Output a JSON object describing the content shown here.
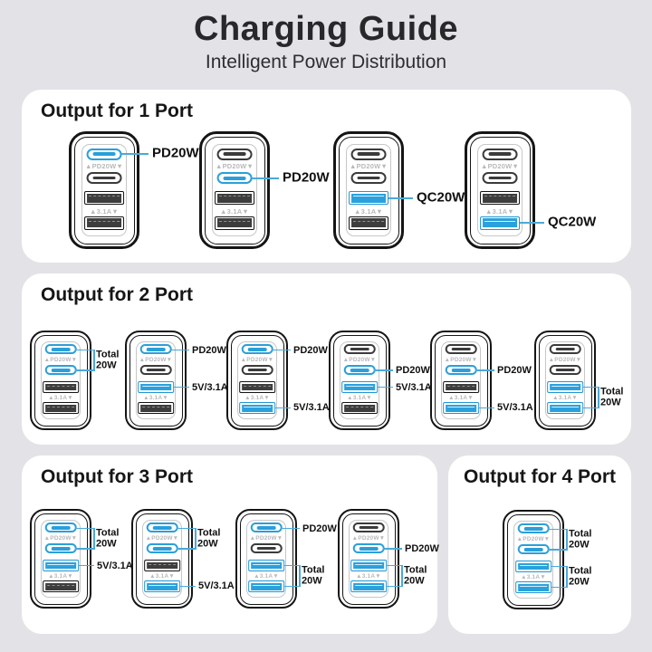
{
  "header": {
    "title": "Charging Guide",
    "subtitle": "Intelligent Power Distribution"
  },
  "port_labels": {
    "usbc_pair": "▲PD20W▼",
    "usba_pair": "▲3.1A▼"
  },
  "colors": {
    "page_bg": "#e3e3e7",
    "panel_bg": "#ffffff",
    "accent_blue": "#2b9fd9",
    "port_dark": "#3b3b3b",
    "text_dark": "#141414",
    "muted_gray": "#b9b9bc"
  },
  "sections": [
    {
      "title": "Output for 1 Port",
      "chargers": [
        {
          "active": [
            "c1"
          ],
          "callouts": [
            {
              "type": "single",
              "port": "c1",
              "label": "PD20W"
            }
          ]
        },
        {
          "active": [
            "c2"
          ],
          "callouts": [
            {
              "type": "single",
              "port": "c2",
              "label": "PD20W"
            }
          ]
        },
        {
          "active": [
            "a1"
          ],
          "callouts": [
            {
              "type": "single",
              "port": "a1",
              "label": "QC20W"
            }
          ]
        },
        {
          "active": [
            "a2"
          ],
          "callouts": [
            {
              "type": "single",
              "port": "a2",
              "label": "QC20W"
            }
          ]
        }
      ]
    },
    {
      "title": "Output for 2 Port",
      "chargers": [
        {
          "active": [
            "c1",
            "c2"
          ],
          "callouts": [
            {
              "type": "pair",
              "ports": [
                "c1",
                "c2"
              ],
              "label": "Total\n20W"
            }
          ]
        },
        {
          "active": [
            "c1",
            "a1"
          ],
          "callouts": [
            {
              "type": "single",
              "port": "c1",
              "label": "PD20W"
            },
            {
              "type": "single",
              "port": "a1",
              "label": "5V/3.1A"
            }
          ]
        },
        {
          "active": [
            "c1",
            "a2"
          ],
          "callouts": [
            {
              "type": "single",
              "port": "c1",
              "label": "PD20W"
            },
            {
              "type": "single",
              "port": "a2",
              "label": "5V/3.1A"
            }
          ]
        },
        {
          "active": [
            "c2",
            "a1"
          ],
          "callouts": [
            {
              "type": "single",
              "port": "c2",
              "label": "PD20W"
            },
            {
              "type": "single",
              "port": "a1",
              "label": "5V/3.1A"
            }
          ]
        },
        {
          "active": [
            "c2",
            "a2"
          ],
          "callouts": [
            {
              "type": "single",
              "port": "c2",
              "label": "PD20W"
            },
            {
              "type": "single",
              "port": "a2",
              "label": "5V/3.1A"
            }
          ]
        },
        {
          "active": [
            "a1",
            "a2"
          ],
          "callouts": [
            {
              "type": "pair",
              "ports": [
                "a1",
                "a2"
              ],
              "label": "Total\n20W"
            }
          ]
        }
      ]
    },
    {
      "title": "Output for 3 Port",
      "chargers": [
        {
          "active": [
            "c1",
            "c2",
            "a1"
          ],
          "callouts": [
            {
              "type": "pair",
              "ports": [
                "c1",
                "c2"
              ],
              "label": "Total\n20W"
            },
            {
              "type": "single",
              "port": "a1",
              "label": "5V/3.1A"
            }
          ]
        },
        {
          "active": [
            "c1",
            "c2",
            "a2"
          ],
          "callouts": [
            {
              "type": "pair",
              "ports": [
                "c1",
                "c2"
              ],
              "label": "Total\n20W"
            },
            {
              "type": "single",
              "port": "a2",
              "label": "5V/3.1A"
            }
          ]
        },
        {
          "active": [
            "c1",
            "a1",
            "a2"
          ],
          "callouts": [
            {
              "type": "single",
              "port": "c1",
              "label": "PD20W"
            },
            {
              "type": "pair",
              "ports": [
                "a1",
                "a2"
              ],
              "label": "Total\n20W"
            }
          ]
        },
        {
          "active": [
            "c2",
            "a1",
            "a2"
          ],
          "callouts": [
            {
              "type": "single",
              "port": "c2",
              "label": "PD20W"
            },
            {
              "type": "pair",
              "ports": [
                "a1",
                "a2"
              ],
              "label": "Total\n20W"
            }
          ]
        }
      ]
    },
    {
      "title": "Output for 4 Port",
      "chargers": [
        {
          "active": [
            "c1",
            "c2",
            "a1",
            "a2"
          ],
          "callouts": [
            {
              "type": "pair",
              "ports": [
                "c1",
                "c2"
              ],
              "label": "Total\n20W"
            },
            {
              "type": "pair",
              "ports": [
                "a1",
                "a2"
              ],
              "label": "Total\n20W"
            }
          ]
        }
      ]
    }
  ]
}
